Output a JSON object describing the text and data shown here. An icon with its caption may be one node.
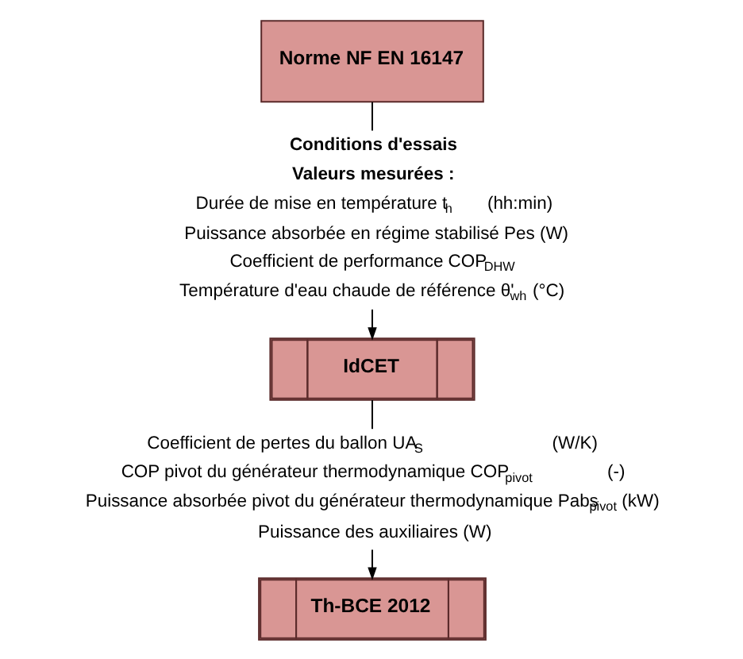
{
  "diagram": {
    "nodes": [
      {
        "text": [
          "Norme NF EN 16147"
        ]
      },
      {
        "text": [
          "Conditions d'essais",
          "Valeurs mesurées :",
          "Durée de mise en température t$_{h}$ (hh:min)",
          "Puissance absorbée en régime stabilisé Pes (W)",
          "Coefficient de performance COP$_{DHW}$",
          "Température d'eau chaude de référence θ'$_{wh}$ (°C)"
        ]
      },
      {
        "text": [
          "IdCET"
        ]
      },
      {
        "text": [
          "Coefficient de pertes du ballon UA$_{S}$ (W/K)",
          "COP pivot du générateur thermodynamique COP$_{pivot}$ (-)",
          "Puissance absorbée pivot du générateur thermodynamique Pabs$_{pivot}$ (kW)",
          "Puissance des auxiliaires (W)"
        ]
      },
      {
        "text": [
          "Th-BCE 2012"
        ]
      }
    ],
    "edges": [
      {
        "from": 0,
        "to": 1,
        "arrow": "none"
      },
      {
        "from": 1,
        "to": 2,
        "arrow": "to"
      },
      {
        "from": 2,
        "to": 3,
        "arrow": "none"
      },
      {
        "from": 3,
        "to": 4,
        "arrow": "to"
      }
    ]
  }
}
